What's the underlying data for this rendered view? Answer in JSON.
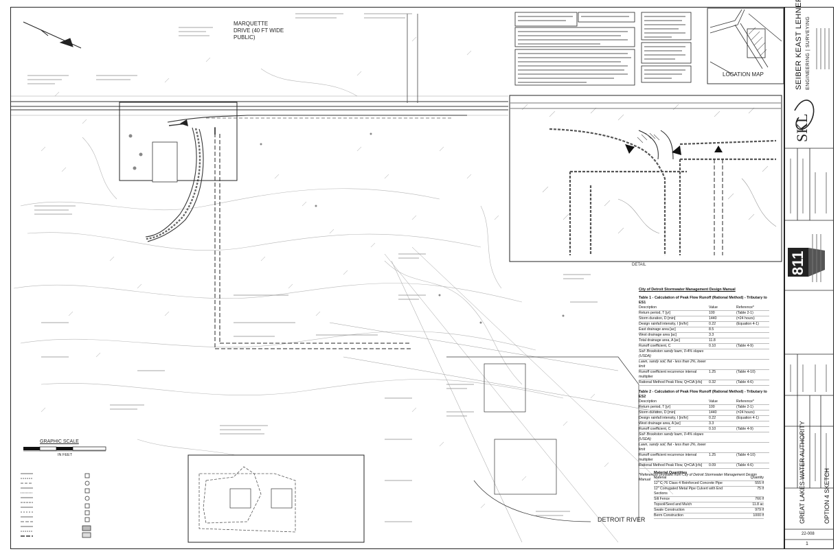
{
  "sheet": {
    "road_label": "MARQUETTE DRIVE (40 FT WIDE PUBLIC)",
    "river_label": "DETROIT RIVER",
    "location_map_label": "LOCATION MAP",
    "detail_label": "DETAIL",
    "graphic_scale_label": "GRAPHIC SCALE",
    "graphic_scale_units": "IN FEET"
  },
  "firm": {
    "name_line1": "SEIBER KEAST LEHNER",
    "name_line2": "ENGINEERING | SURVEYING",
    "logo_text": "SKL"
  },
  "titleblock": {
    "client": "GREAT LAKES WATER AUTHORITY",
    "sheet_title": "OPTION 4 SKETCH",
    "project_no": "22-008",
    "sheet_no": "1",
    "badge": "811"
  },
  "table1": {
    "manual_title": "City of Detroit Stormwater Management Design Manual",
    "title": "Table 1 - Calculation of Peak Flow Runoff (Rational Method) - Tributary to ES1",
    "headers": [
      "Description",
      "Value",
      "Reference*"
    ],
    "rows": [
      [
        "Return period, T [yr]",
        "100",
        "(Table 2-1)"
      ],
      [
        "Storm duration, D [min]",
        "1440",
        "(=24 hours)"
      ],
      [
        "Design rainfall intensity, I [in/hr]",
        "0.22",
        "(Equation 4-1)"
      ],
      [
        "East drainage area [ac]",
        "8.5",
        ""
      ],
      [
        "West drainage area [ac]",
        "3.3",
        ""
      ],
      [
        "Total drainage area, A [ac]",
        "11.8",
        ""
      ],
      [
        "Runoff coefficient, C",
        "0.10",
        "(Table 4-9)"
      ],
      [
        "Soil: Brookston sandy loam, 0-4% slopes (USDA)",
        "",
        ""
      ],
      [
        "Lawn, sandy soil, flat - less than 2%, lower limit",
        "",
        ""
      ],
      [
        "Runoff coefficient recurrence interval multiplier",
        "1.25",
        "(Table 4-10)"
      ],
      [
        "Rational Method Peak Flow, Q=CiA [cfs]",
        "0.32",
        "(Table 4-6)"
      ]
    ]
  },
  "table2": {
    "title": "Table 2 - Calculation of Peak Flow Runoff (Rational Method) - Tributary to ES2",
    "headers": [
      "Description",
      "Value",
      "Reference*"
    ],
    "rows": [
      [
        "Return period, T [yr]",
        "100",
        "(Table 2-1)"
      ],
      [
        "Storm duration, D [min]",
        "1440",
        "(=24 hours)"
      ],
      [
        "Design rainfall intensity, I [in/hr]",
        "0.22",
        "(Equation 4-1)"
      ],
      [
        "West drainage area, A [ac]",
        "3.3",
        ""
      ],
      [
        "Runoff coefficient, C",
        "0.10",
        "(Table 4-9)"
      ],
      [
        "Soil: Brookston sandy loam, 0-4% slopes (USDA)",
        "",
        ""
      ],
      [
        "Lawn, sandy soil, flat - less than 2%, lower limit",
        "",
        ""
      ],
      [
        "Runoff coefficient recurrence interval multiplier",
        "1.25",
        "(Table 4-10)"
      ],
      [
        "Rational Method Peak Flow, Q=CiA [cfs]",
        "0.09",
        "(Table 4-6)"
      ]
    ],
    "footnote": "*References provided from City of Detroit Stormwater Management Design Manual"
  },
  "quantities": {
    "title": "Material Quantities",
    "headers": [
      "Material",
      "Quantity"
    ],
    "rows": [
      [
        "12\" C-76 Class 4 Reinforced Concrete Pipe",
        "555 lf"
      ],
      [
        "12\" Corrugated Metal Pipe Culvert with End Sections",
        "75 lf"
      ],
      [
        "Silt Fence",
        "766 lf"
      ],
      [
        "Topsoil/Seed and Mulch",
        "11.8 ac"
      ],
      [
        "Swale Construction",
        "979 lf"
      ],
      [
        "Berm Construction",
        "1000 lf"
      ]
    ]
  },
  "colors": {
    "line": "#222222",
    "faint": "#9a9a9a",
    "dash": "#555555",
    "hatch": "#888888"
  }
}
